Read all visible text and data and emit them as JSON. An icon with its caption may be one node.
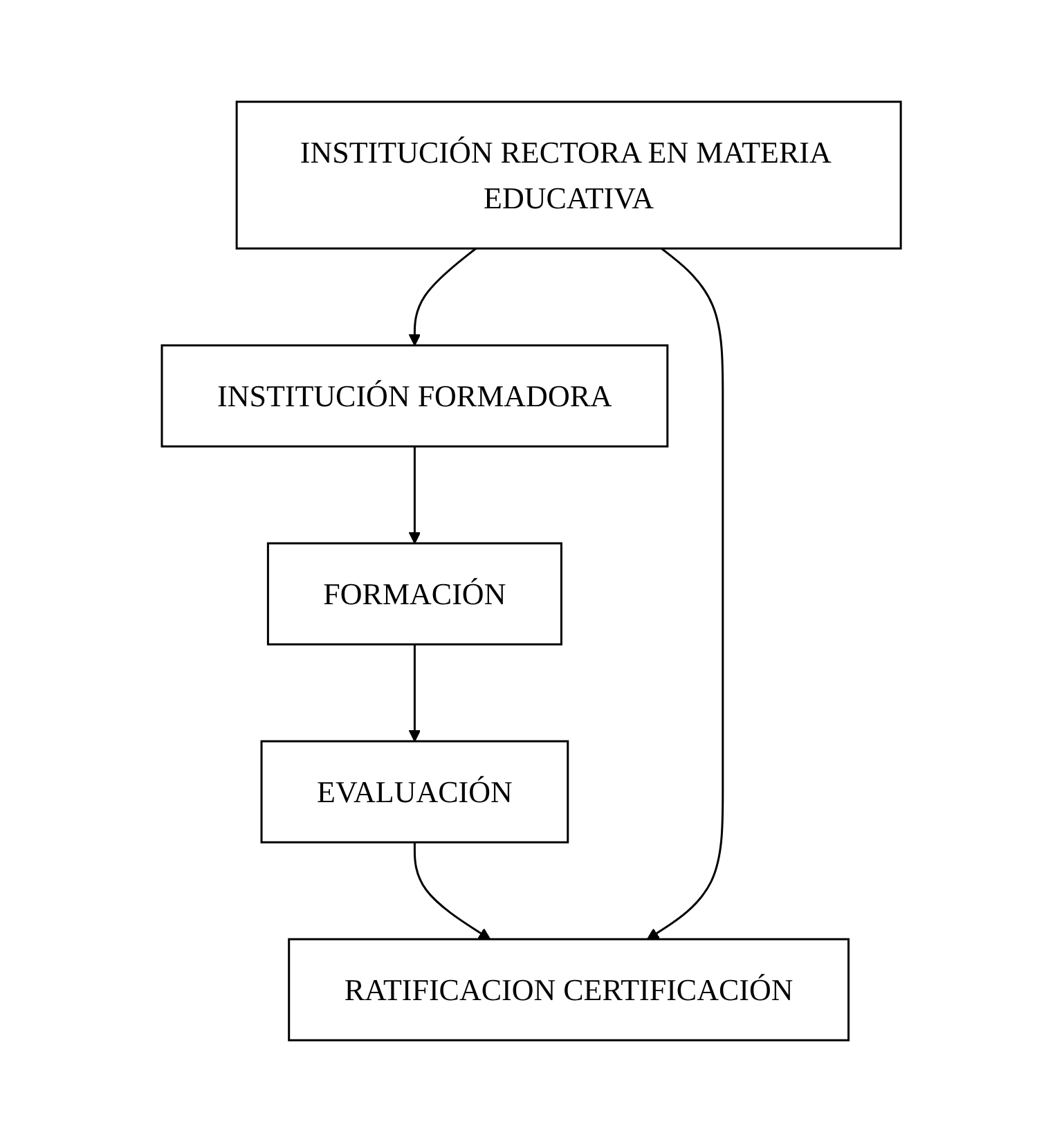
{
  "diagram": {
    "nodes": [
      {
        "text": [
          "INSTITUCIÓN RECTORA EN MATERIA EDUCATIVA"
        ]
      },
      {
        "text": [
          "INSTITUCIÓN FORMADORA"
        ]
      },
      {
        "text": [
          "FORMACIÓN"
        ]
      },
      {
        "text": [
          "EVALUACIÓN"
        ]
      },
      {
        "text": [
          "RATIFICACION CERTIFICACIÓN"
        ]
      }
    ],
    "edges": [
      {
        "from": 0,
        "to": 1,
        "arrow": "to"
      },
      {
        "from": 1,
        "to": 2,
        "arrow": "to"
      },
      {
        "from": 2,
        "to": 3,
        "arrow": "to"
      },
      {
        "from": 3,
        "to": 4,
        "arrow": "to"
      },
      {
        "from": 0,
        "to": 4,
        "arrow": "to"
      }
    ]
  }
}
